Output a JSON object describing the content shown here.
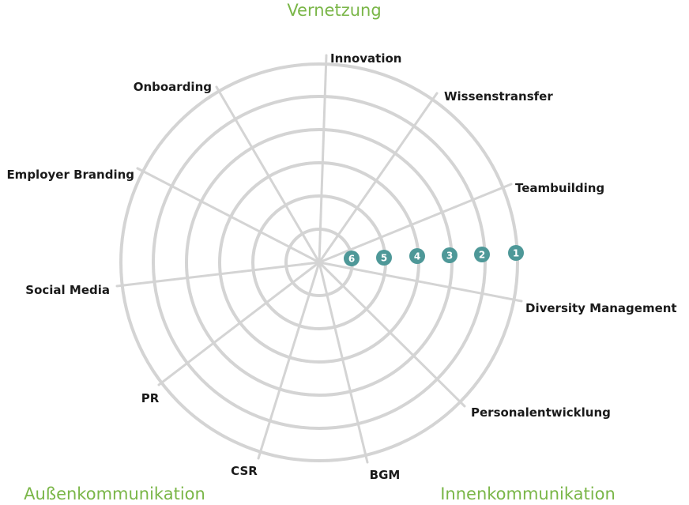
{
  "colors": {
    "grid": "#d4d4d4",
    "group_label": "#7ab648",
    "marker_fill": "#4e9898",
    "marker_text": "#ffffff",
    "axis_label": "#1a1a1a"
  },
  "group_labels": {
    "top": "Vernetzung",
    "bottom_left": "Außenkommunikation",
    "bottom_right": "Innenkommunikation"
  },
  "axes": [
    {
      "label": "Innovation"
    },
    {
      "label": "Wissenstransfer"
    },
    {
      "label": "Teambuilding"
    },
    {
      "label": "Diversity Management"
    },
    {
      "label": "Personalentwicklung"
    },
    {
      "label": "BGM"
    },
    {
      "label": "CSR"
    },
    {
      "label": "PR"
    },
    {
      "label": "Social Media"
    },
    {
      "label": "Employer Branding"
    },
    {
      "label": "Onboarding"
    }
  ],
  "ring_markers": [
    "1",
    "2",
    "3",
    "4",
    "5",
    "6"
  ]
}
